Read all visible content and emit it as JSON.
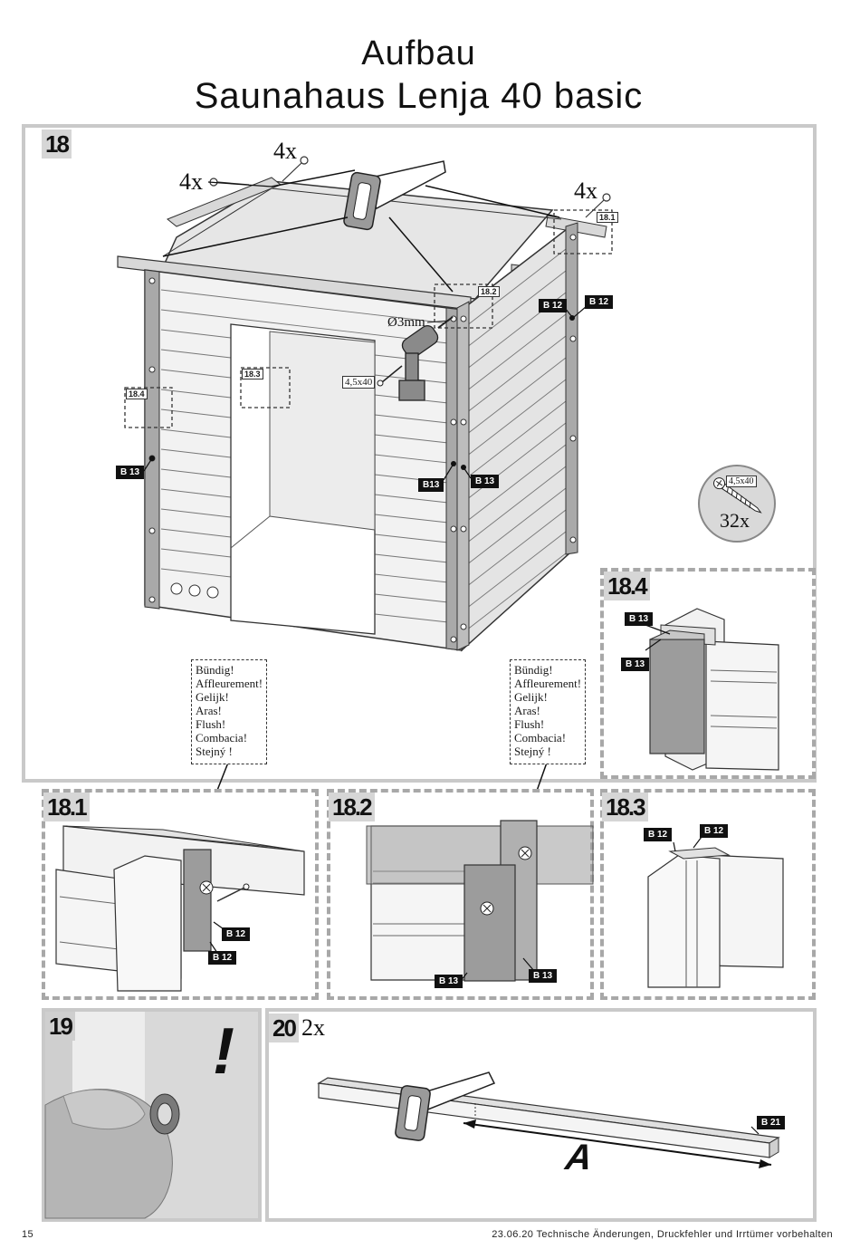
{
  "title": {
    "line1": "Aufbau",
    "line2": "Saunahaus Lenja 40 basic"
  },
  "steps": {
    "s18": "18",
    "s18_1": "18.1",
    "s18_2": "18.2",
    "s18_3": "18.3",
    "s18_4": "18.4",
    "s19": "19",
    "s20": "20"
  },
  "quantities": {
    "q4x_a": "4x",
    "q4x_b": "4x",
    "q4x_c": "4x",
    "q32x": "32x",
    "q2x": "2x"
  },
  "callouts": {
    "c18_1": "18.1",
    "c18_2": "18.2",
    "c18_3": "18.3",
    "c18_4": "18.4"
  },
  "measurements": {
    "drill": "Ø3mm",
    "screw_a": "4,5x40",
    "screw_b": "4,5x40"
  },
  "tags": {
    "b12": "B 12",
    "b13": "B 13",
    "b13_alt": "B13",
    "b21": "B 21"
  },
  "flush_note": [
    "Bündig!",
    "Affleurement!",
    "Gelijk!",
    "Aras!",
    "Flush!",
    "Combacia!",
    "Stejný !"
  ],
  "letter_a": "A",
  "exclamation": "!",
  "footer": {
    "page": "15",
    "text": "23.06.20 Technische Änderungen, Druckfehler und Irrtümer vorbehalten"
  }
}
